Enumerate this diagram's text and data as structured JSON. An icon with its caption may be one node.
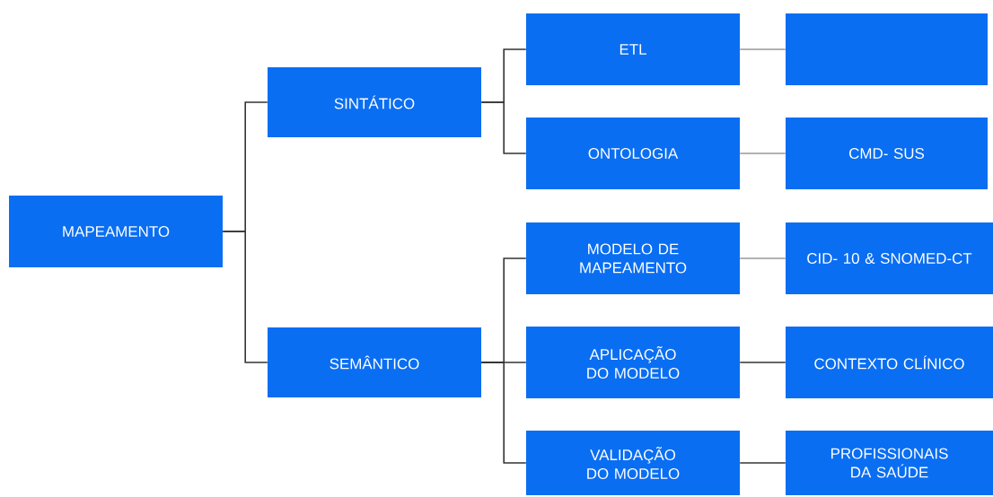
{
  "diagram": {
    "nodes": [
      {
        "text": [
          "MAPEAMENTO"
        ]
      },
      {
        "text": [
          "SINTÁTICO"
        ]
      },
      {
        "text": [
          "ETL"
        ]
      },
      {
        "text": [],
        "shape": "box"
      },
      {
        "text": [
          "ONTOLOGIA"
        ]
      },
      {
        "text": [
          "CMD- SUS"
        ]
      },
      {
        "text": [
          "SEMÂNTICO"
        ]
      },
      {
        "text": [
          "MODELO DE MAPEAMENTO"
        ]
      },
      {
        "text": [
          "CID- 10 & SNOMED-CT"
        ]
      },
      {
        "text": [
          "APLICAÇÃO DO MODELO"
        ]
      },
      {
        "text": [
          "CONTEXTO CLÍNICO"
        ]
      },
      {
        "text": [
          "VALIDAÇÃO DO MODELO"
        ]
      },
      {
        "text": [
          "PROFISSIONAIS DA SAÚDE"
        ]
      }
    ],
    "edges": [
      {
        "from": 0,
        "to": 1,
        "arrow": "none"
      },
      {
        "from": 0,
        "to": 6,
        "arrow": "none"
      },
      {
        "from": 1,
        "to": 2,
        "arrow": "none"
      },
      {
        "from": 1,
        "to": 4,
        "arrow": "none"
      },
      {
        "from": 2,
        "to": 3,
        "arrow": "none",
        "color": "#999999"
      },
      {
        "from": 4,
        "to": 5,
        "arrow": "none",
        "color": "#999999"
      },
      {
        "from": 6,
        "to": 7,
        "arrow": "none"
      },
      {
        "from": 6,
        "to": 9,
        "arrow": "none"
      },
      {
        "from": 6,
        "to": 11,
        "arrow": "none"
      },
      {
        "from": 7,
        "to": 8,
        "arrow": "none",
        "color": "#999999"
      },
      {
        "from": 9,
        "to": 10,
        "arrow": "none"
      },
      {
        "from": 11,
        "to": 12,
        "arrow": "none"
      }
    ]
  }
}
